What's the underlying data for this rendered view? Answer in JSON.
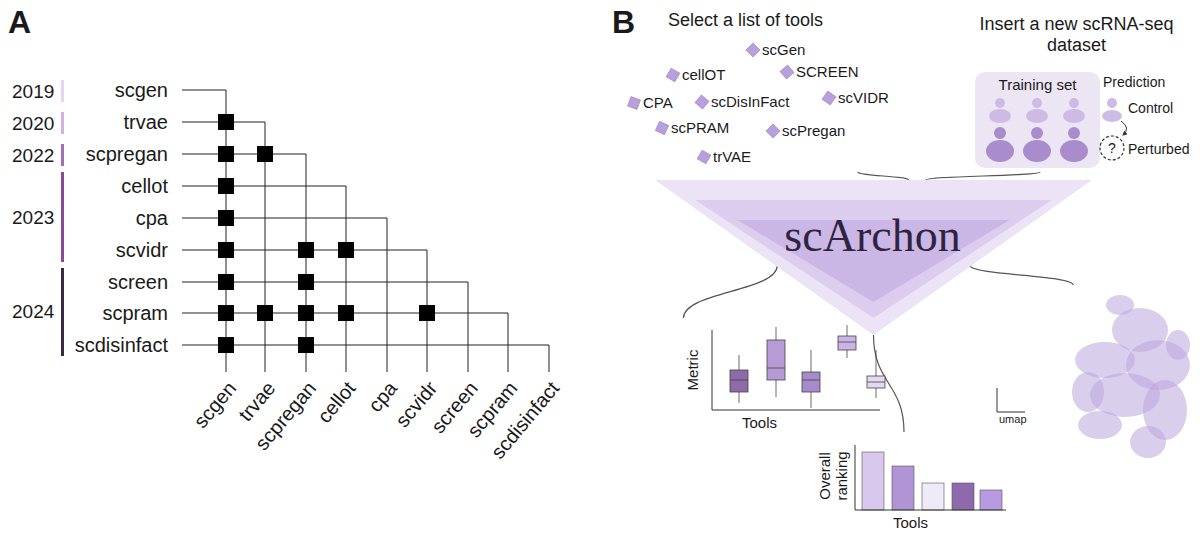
{
  "diagram": {
    "nodes": [
      {
        "text": [
          "Select a list of tools",
          "scGen",
          "cellOT",
          "SCREEN",
          "CPA",
          "scDisInFact",
          "scVIDR",
          "scPRAM",
          "scPregan",
          "trVAE"
        ]
      },
      {
        "text": [
          "Insert a new scRNA-seq dataset",
          "Prediction",
          "Control",
          "Perturbed",
          "?"
        ]
      },
      {
        "text": [
          "Training set"
        ],
        "in": 1
      },
      {
        "text": [
          "scArchon"
        ]
      },
      {
        "text": [
          "Metric",
          "Tools"
        ]
      },
      {
        "text": [
          "umap"
        ]
      },
      {
        "text": [
          "Overall ranking",
          "Tools"
        ]
      }
    ],
    "edges": [
      {
        "from": 0,
        "to": 3,
        "arrow": "none"
      },
      {
        "from": 1,
        "to": 3,
        "arrow": "none"
      },
      {
        "from": 3,
        "to": 4,
        "arrow": "none"
      },
      {
        "from": 3,
        "to": 5,
        "arrow": "none"
      },
      {
        "from": 3,
        "to": 6,
        "arrow": "none"
      }
    ],
    "labels": [
      "A",
      "2019",
      "2020",
      "2022",
      "2023",
      "2024",
      "scgen",
      "trvae",
      "scpregan",
      "cellot",
      "cpa",
      "scvidr",
      "screen",
      "scpram",
      "scdisinfact",
      "scgen",
      "trvae",
      "scpregan",
      "cellot",
      "cpa",
      "scvidr",
      "screen",
      "scpram",
      "scdisinfact",
      "B"
    ]
  }
}
